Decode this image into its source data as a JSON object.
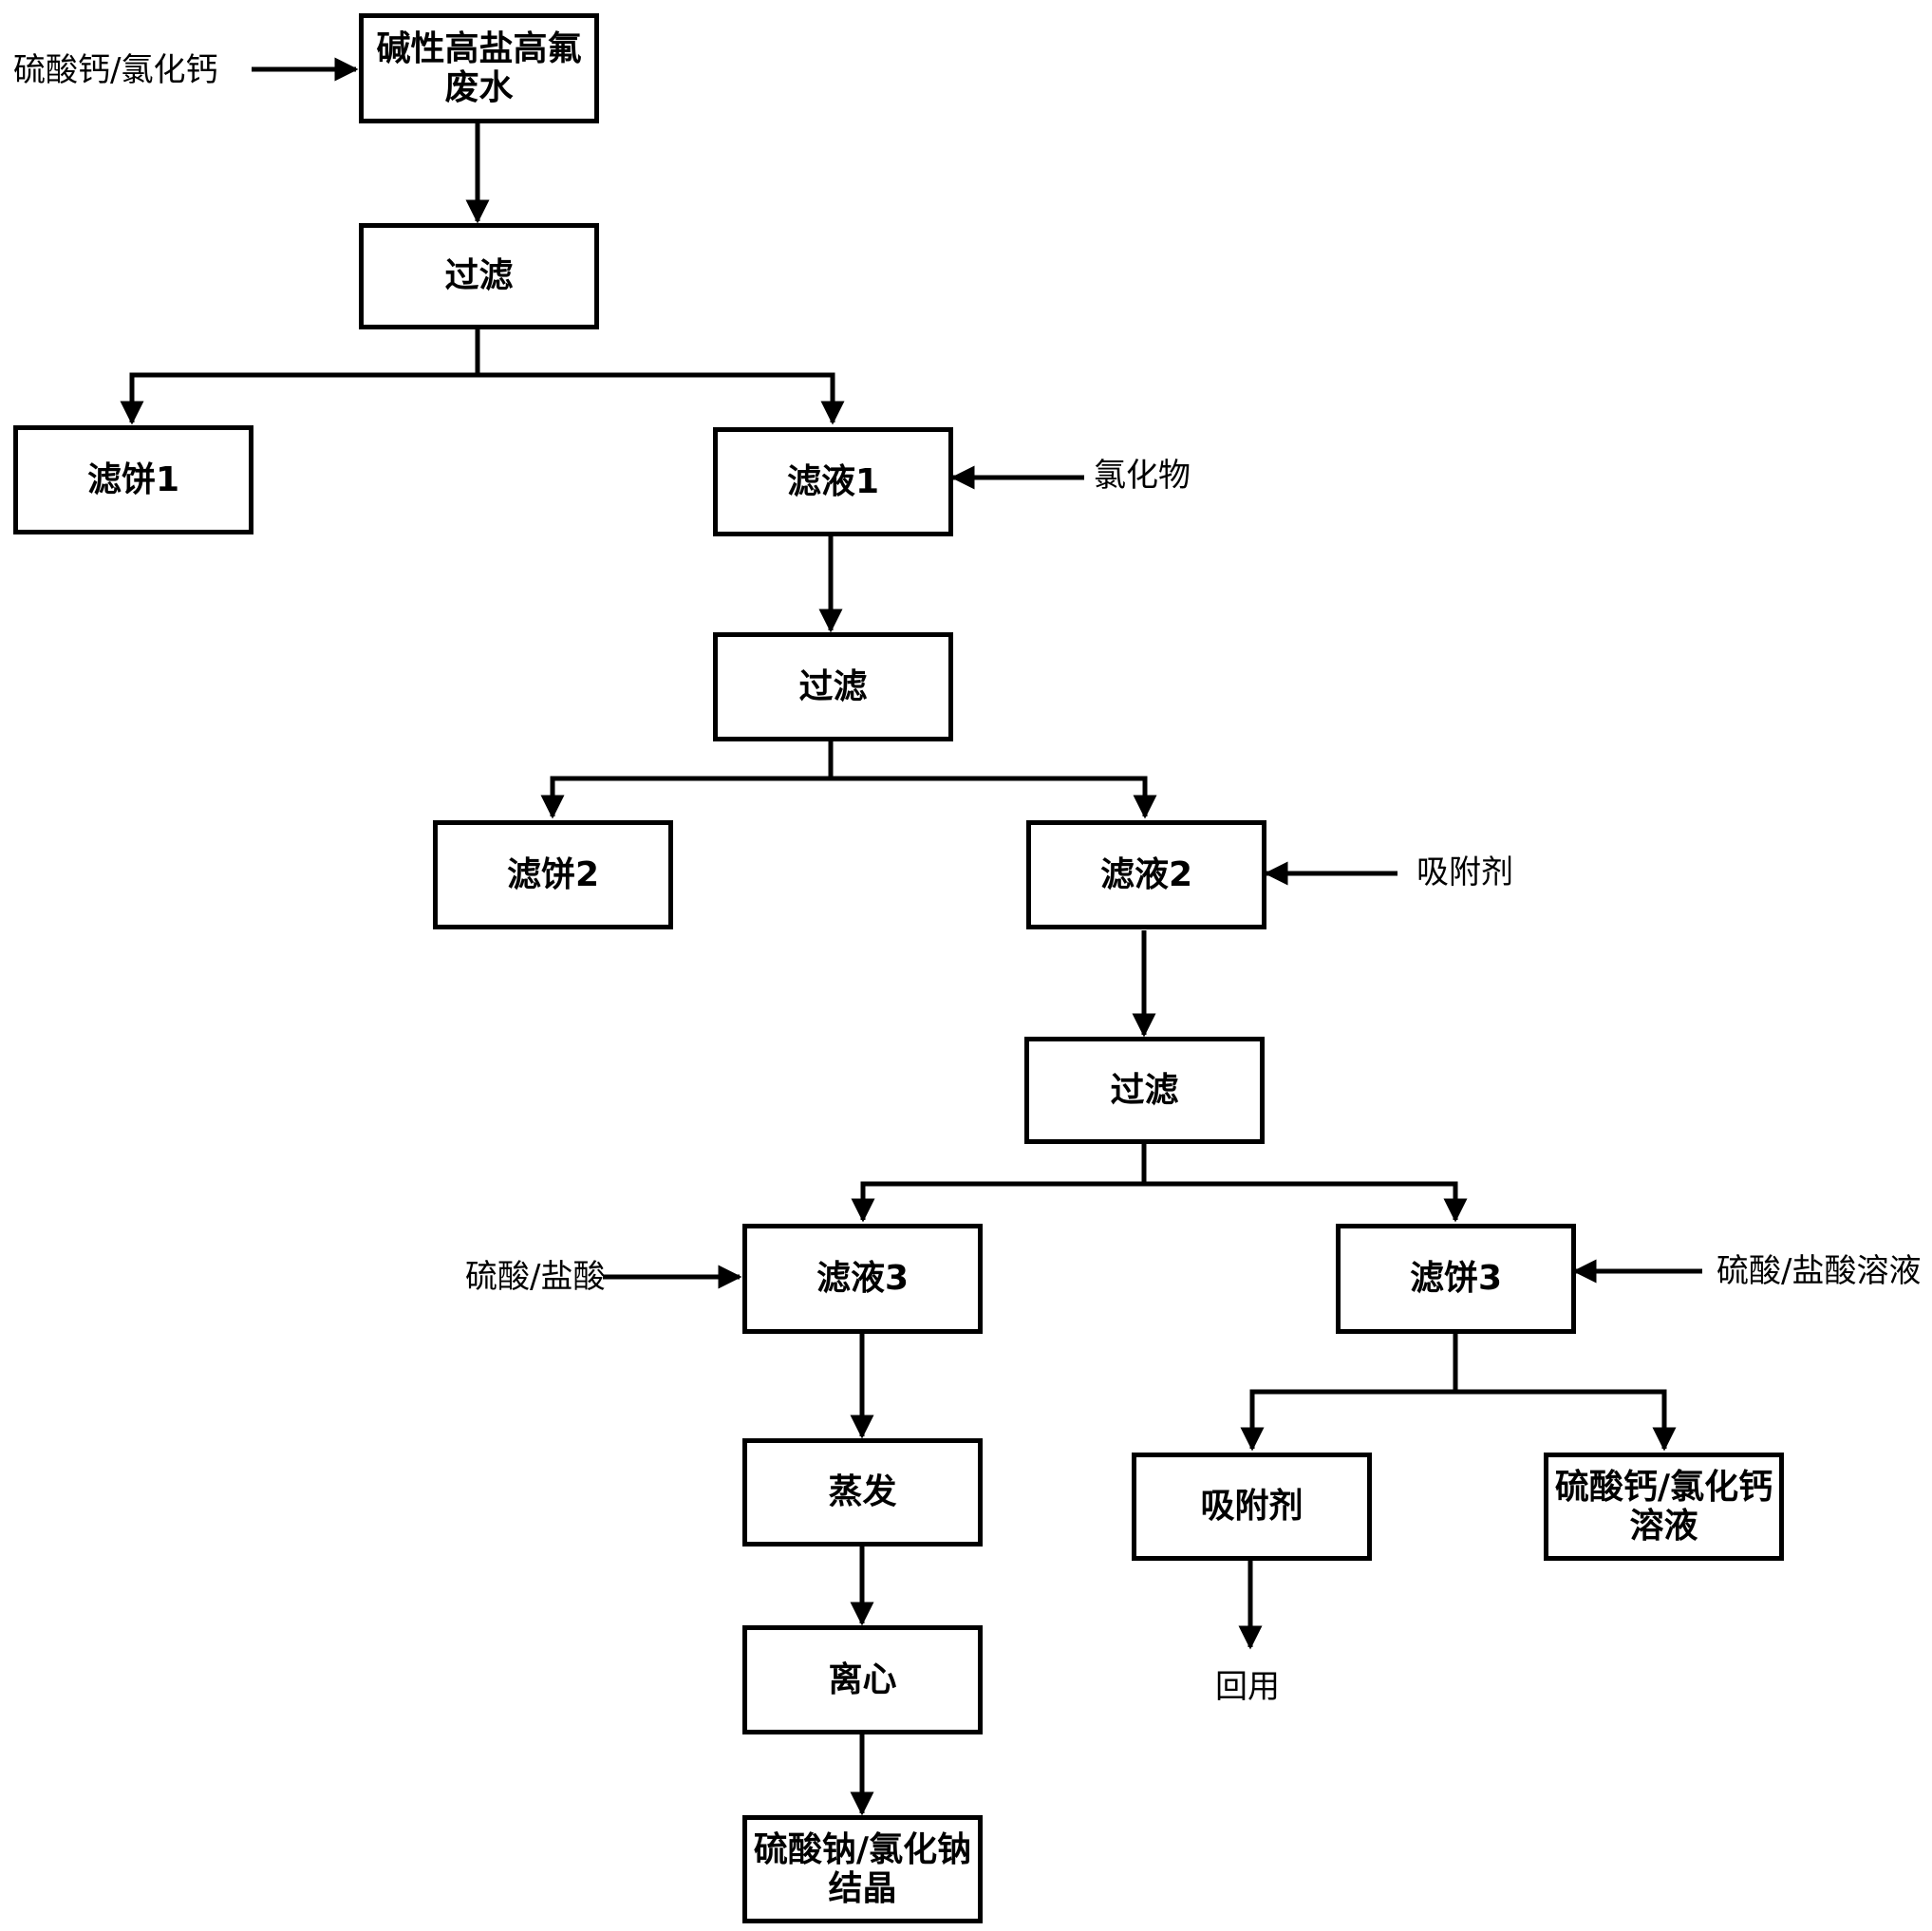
{
  "nodes": {
    "wastewater": "碱性高盐高氟废水",
    "filter_1": "过滤",
    "cake_1": "滤饼1",
    "filtrate_1": "滤液1",
    "filter_2": "过滤",
    "cake_2": "滤饼2",
    "filtrate_2": "滤液2",
    "filter_3": "过滤",
    "filtrate_3": "滤液3",
    "cake_3": "滤饼3",
    "evaporation": "蒸发",
    "centrifuge": "离心",
    "crystals": "硫酸钠/氯化钠结晶",
    "adsorbent_out": "吸附剂",
    "calcium_solution": "硫酸钙/氯化钙溶液"
  },
  "labels": {
    "input_calcium": "硫酸钙/氯化钙",
    "input_chloride": "氯化物",
    "input_adsorbent": "吸附剂",
    "input_acid": "硫酸/盐酸",
    "input_acid_solution": "硫酸/盐酸溶液",
    "reuse": "回用"
  }
}
